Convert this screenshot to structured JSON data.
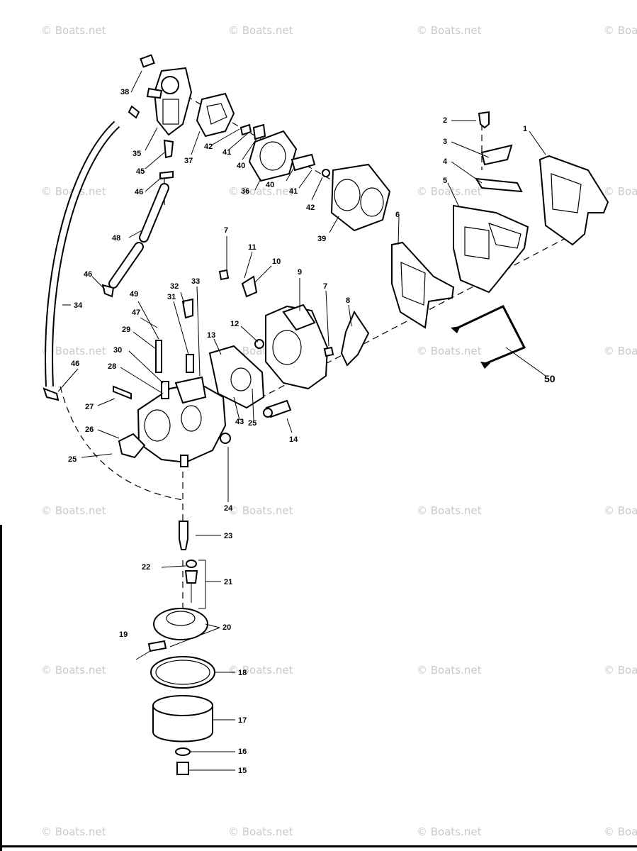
{
  "watermark": "© Boats.net",
  "callouts": {
    "c1": "1",
    "c2": "2",
    "c3": "3",
    "c4": "4",
    "c5": "5",
    "c6": "6",
    "c7a": "7",
    "c7b": "7",
    "c8": "8",
    "c9": "9",
    "c10": "10",
    "c11": "11",
    "c12": "12",
    "c13": "13",
    "c14": "14",
    "c15": "15",
    "c16": "16",
    "c17": "17",
    "c18": "18",
    "c19": "19",
    "c20": "20",
    "c21": "21",
    "c22": "22",
    "c23": "23",
    "c24": "24",
    "c25a": "25",
    "c25b": "25",
    "c26": "26",
    "c27": "27",
    "c28": "28",
    "c29": "29",
    "c30": "30",
    "c31": "31",
    "c32": "32",
    "c33": "33",
    "c34": "34",
    "c35": "35",
    "c36": "36",
    "c37": "37",
    "c38": "38",
    "c39": "39",
    "c40a": "40",
    "c40b": "40",
    "c41a": "41",
    "c41b": "41",
    "c42a": "42",
    "c42b": "42",
    "c43": "43",
    "c45": "45",
    "c46a": "46",
    "c46b": "46",
    "c46c": "46",
    "c47": "47",
    "c48": "48",
    "c49": "49",
    "c50": "50"
  },
  "icons": [
    "carburetor-icon",
    "reed-plate-icon",
    "fuel-pump-icon",
    "float-bowl-icon",
    "gasket-icon",
    "fuel-hose-icon"
  ]
}
